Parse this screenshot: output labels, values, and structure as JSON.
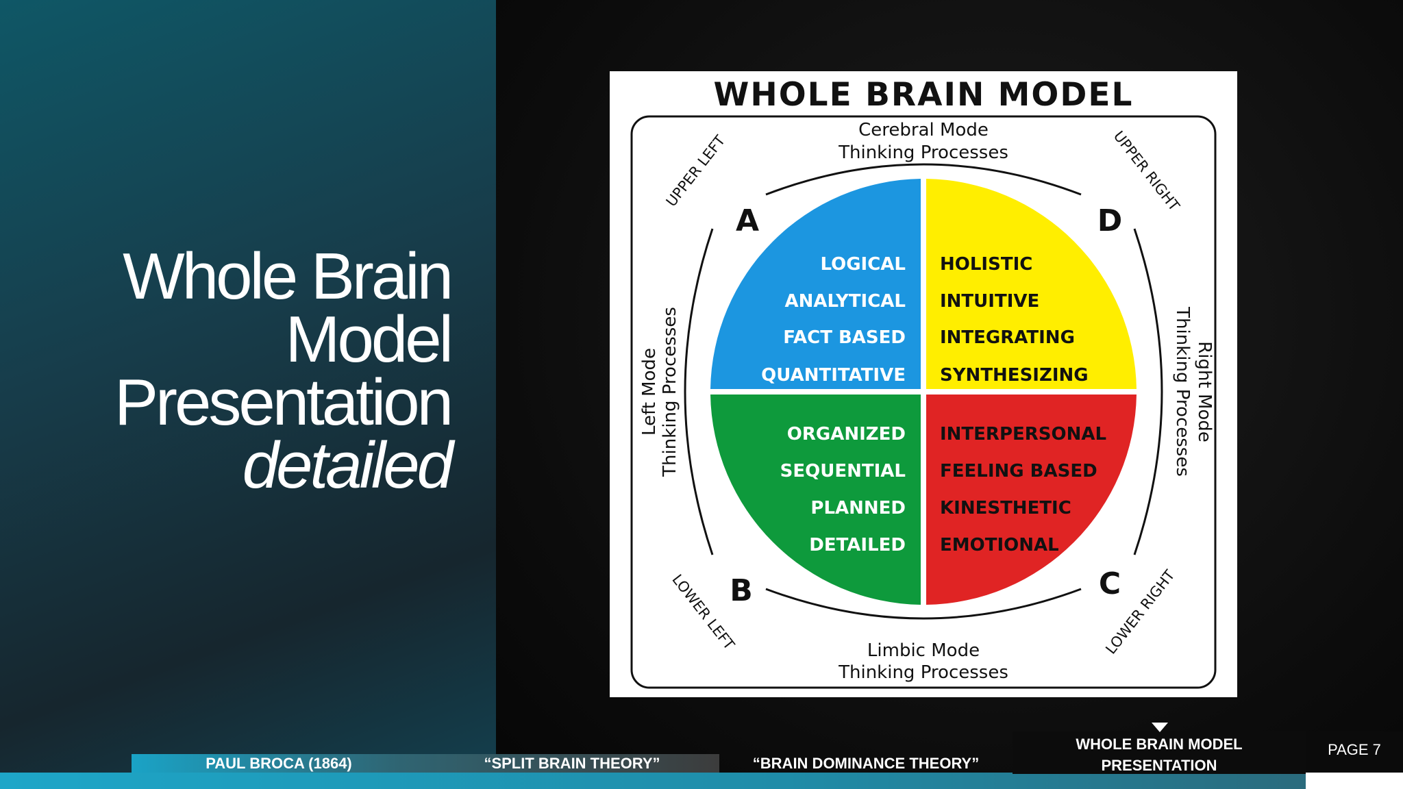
{
  "slide": {
    "title_lines": [
      "Whole Brain",
      "Model",
      "Presentation"
    ],
    "title_italic": "detailed",
    "page": "PAGE 7"
  },
  "diagram": {
    "title": "WHOLE BRAIN MODEL",
    "top_label": [
      "Cerebral Mode",
      "Thinking Processes"
    ],
    "bottom_label": [
      "Limbic Mode",
      "Thinking Processes"
    ],
    "left_label": [
      "Left Mode",
      "Thinking Processes"
    ],
    "right_label": [
      "Right Mode",
      "Thinking Processes"
    ],
    "corners": {
      "upper_left": "UPPER LEFT",
      "upper_right": "UPPER RIGHT",
      "lower_left": "LOWER LEFT",
      "lower_right": "LOWER RIGHT"
    },
    "quadrants": [
      {
        "letter": "A",
        "color": "#1c96e0",
        "text_color": "#ffffff",
        "words": [
          "LOGICAL",
          "ANALYTICAL",
          "FACT BASED",
          "QUANTITATIVE"
        ]
      },
      {
        "letter": "D",
        "color": "#ffee00",
        "text_color": "#111111",
        "words": [
          "HOLISTIC",
          "INTUITIVE",
          "INTEGRATING",
          "SYNTHESIZING"
        ]
      },
      {
        "letter": "B",
        "color": "#0e9a3c",
        "text_color": "#ffffff",
        "words": [
          "ORGANIZED",
          "SEQUENTIAL",
          "PLANNED",
          "DETAILED"
        ]
      },
      {
        "letter": "C",
        "color": "#e02424",
        "text_color": "#111111",
        "words": [
          "INTERPERSONAL",
          "FEELING BASED",
          "KINESTHETIC",
          "EMOTIONAL"
        ]
      }
    ]
  },
  "footer": {
    "items": [
      "PAUL BROCA (1864)",
      "“SPLIT BRAIN THEORY”",
      "“BRAIN DOMINANCE THEORY”"
    ],
    "active": [
      "WHOLE BRAIN MODEL",
      "PRESENTATION"
    ],
    "colors": {
      "accent": "#1ea6c8"
    }
  }
}
